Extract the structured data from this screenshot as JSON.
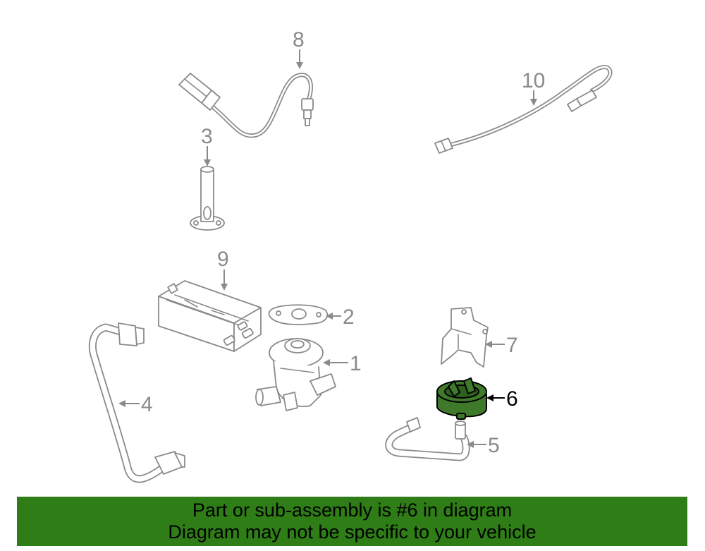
{
  "colors": {
    "line": "#8a8a8a",
    "highlight_fill": "#3f7a2b",
    "banner_background": "#2e7d16",
    "banner_text": "#000000"
  },
  "callouts": {
    "c1": "1",
    "c2": "2",
    "c3": "3",
    "c4": "4",
    "c5": "5",
    "c6": "6",
    "c7": "7",
    "c8": "8",
    "c9": "9",
    "c10": "10"
  },
  "highlighted_callout": "6",
  "banner": {
    "line1": "Part or sub-assembly is #6 in diagram",
    "line2": "Diagram may not be specific to your vehicle"
  }
}
